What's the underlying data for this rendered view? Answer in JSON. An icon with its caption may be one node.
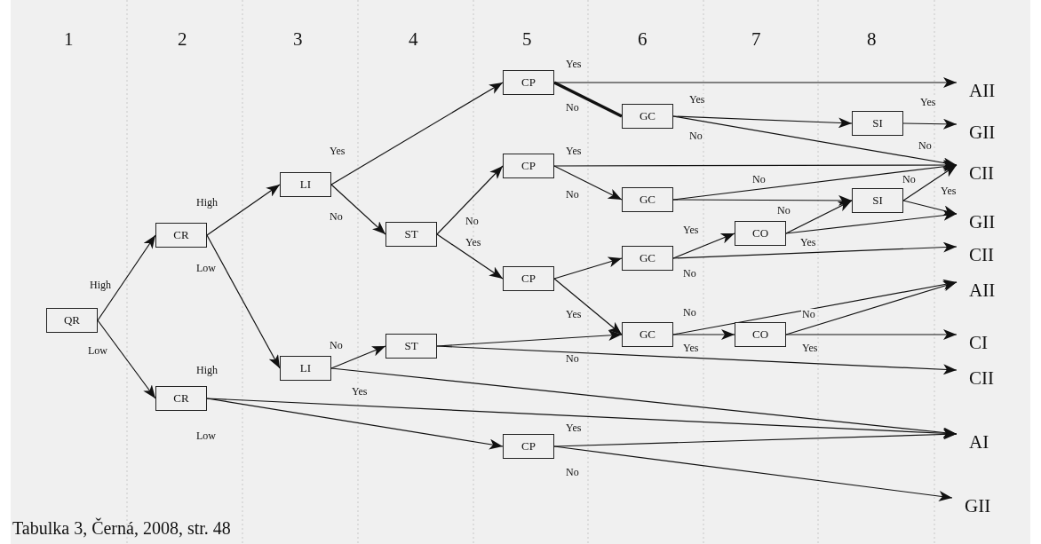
{
  "diagram": {
    "caption": "Tabulka 3, Černá, 2008, str. 48",
    "nodes": [
      {
        "text": [
          "QR"
        ]
      },
      {
        "text": [
          "CR"
        ]
      },
      {
        "text": [
          "CR"
        ]
      },
      {
        "text": [
          "LI"
        ]
      },
      {
        "text": [
          "LI"
        ]
      },
      {
        "text": [
          "ST"
        ]
      },
      {
        "text": [
          "ST"
        ]
      },
      {
        "text": [
          "CP"
        ]
      },
      {
        "text": [
          "CP"
        ]
      },
      {
        "text": [
          "CP"
        ]
      },
      {
        "text": [
          "CP"
        ]
      },
      {
        "text": [
          "GC"
        ]
      },
      {
        "text": [
          "GC"
        ]
      },
      {
        "text": [
          "GC"
        ]
      },
      {
        "text": [
          "GC"
        ]
      },
      {
        "text": [
          "CO"
        ]
      },
      {
        "text": [
          "CO"
        ]
      },
      {
        "text": [
          "SI"
        ]
      },
      {
        "text": [
          "SI"
        ]
      },
      {
        "text": [
          "AII"
        ]
      },
      {
        "text": [
          "GII"
        ]
      },
      {
        "text": [
          "CII"
        ]
      },
      {
        "text": [
          "GII"
        ]
      },
      {
        "text": [
          "CII"
        ]
      },
      {
        "text": [
          "AII"
        ]
      },
      {
        "text": [
          "CI"
        ]
      },
      {
        "text": [
          "CII"
        ]
      },
      {
        "text": [
          "AI"
        ]
      },
      {
        "text": [
          "GII"
        ]
      }
    ],
    "edges": [
      {
        "from": 0,
        "to": 1,
        "arrow": "to",
        "label": "High"
      },
      {
        "from": 0,
        "to": 2,
        "arrow": "to",
        "label": "Low"
      },
      {
        "from": 1,
        "to": 3,
        "arrow": "to",
        "label": "High"
      },
      {
        "from": 1,
        "to": 4,
        "arrow": "to",
        "label": "Low"
      },
      {
        "from": 3,
        "to": 7,
        "arrow": "to",
        "label": "Yes"
      },
      {
        "from": 3,
        "to": 5,
        "arrow": "to",
        "label": "No"
      },
      {
        "from": 4,
        "to": 6,
        "arrow": "to",
        "label": "No"
      },
      {
        "from": 4,
        "to": 27,
        "arrow": "to",
        "label": "Yes"
      },
      {
        "from": 2,
        "to": 27,
        "arrow": "to",
        "label": "High"
      },
      {
        "from": 2,
        "to": 10,
        "arrow": "to",
        "label": "Low"
      },
      {
        "from": 5,
        "to": 8,
        "arrow": "to",
        "label": "No"
      },
      {
        "from": 5,
        "to": 9,
        "arrow": "to",
        "label": "Yes"
      },
      {
        "from": 6,
        "to": 14,
        "arrow": "to"
      },
      {
        "from": 6,
        "to": 26,
        "arrow": "to",
        "label": "No"
      },
      {
        "from": 7,
        "to": 19,
        "arrow": "to",
        "label": "Yes"
      },
      {
        "from": 7,
        "to": 11,
        "arrow": "none",
        "label": "No",
        "style": "thick"
      },
      {
        "from": 8,
        "to": 21,
        "arrow": "to",
        "label": "Yes"
      },
      {
        "from": 8,
        "to": 12,
        "arrow": "to",
        "label": "No"
      },
      {
        "from": 9,
        "to": 13,
        "arrow": "to"
      },
      {
        "from": 9,
        "to": 14,
        "arrow": "to",
        "label": "Yes"
      },
      {
        "from": 10,
        "to": 27,
        "arrow": "to",
        "label": "Yes"
      },
      {
        "from": 10,
        "to": 28,
        "arrow": "to",
        "label": "No"
      },
      {
        "from": 11,
        "to": 17,
        "arrow": "to",
        "label": "Yes"
      },
      {
        "from": 11,
        "to": 21,
        "arrow": "to",
        "label": "No"
      },
      {
        "from": 12,
        "to": 21,
        "arrow": "to",
        "label": "No"
      },
      {
        "from": 12,
        "to": 18,
        "arrow": "to"
      },
      {
        "from": 13,
        "to": 15,
        "arrow": "to",
        "label": "Yes"
      },
      {
        "from": 13,
        "to": 23,
        "arrow": "to",
        "label": "No"
      },
      {
        "from": 14,
        "to": 24,
        "arrow": "to",
        "label": "No"
      },
      {
        "from": 14,
        "to": 16,
        "arrow": "to",
        "label": "Yes"
      },
      {
        "from": 15,
        "to": 18,
        "arrow": "to",
        "label": "No"
      },
      {
        "from": 15,
        "to": 22,
        "arrow": "to",
        "label": "Yes"
      },
      {
        "from": 16,
        "to": 24,
        "arrow": "to",
        "label": "No"
      },
      {
        "from": 16,
        "to": 25,
        "arrow": "to",
        "label": "Yes"
      },
      {
        "from": 17,
        "to": 20,
        "arrow": "to",
        "label": "Yes"
      },
      {
        "from": 18,
        "to": 21,
        "arrow": "to",
        "label": "No"
      },
      {
        "from": 18,
        "to": 22,
        "arrow": "to",
        "label": "Yes"
      }
    ],
    "labels": [
      "1",
      "2",
      "3",
      "4",
      "5",
      "6",
      "7",
      "8",
      "No"
    ]
  }
}
